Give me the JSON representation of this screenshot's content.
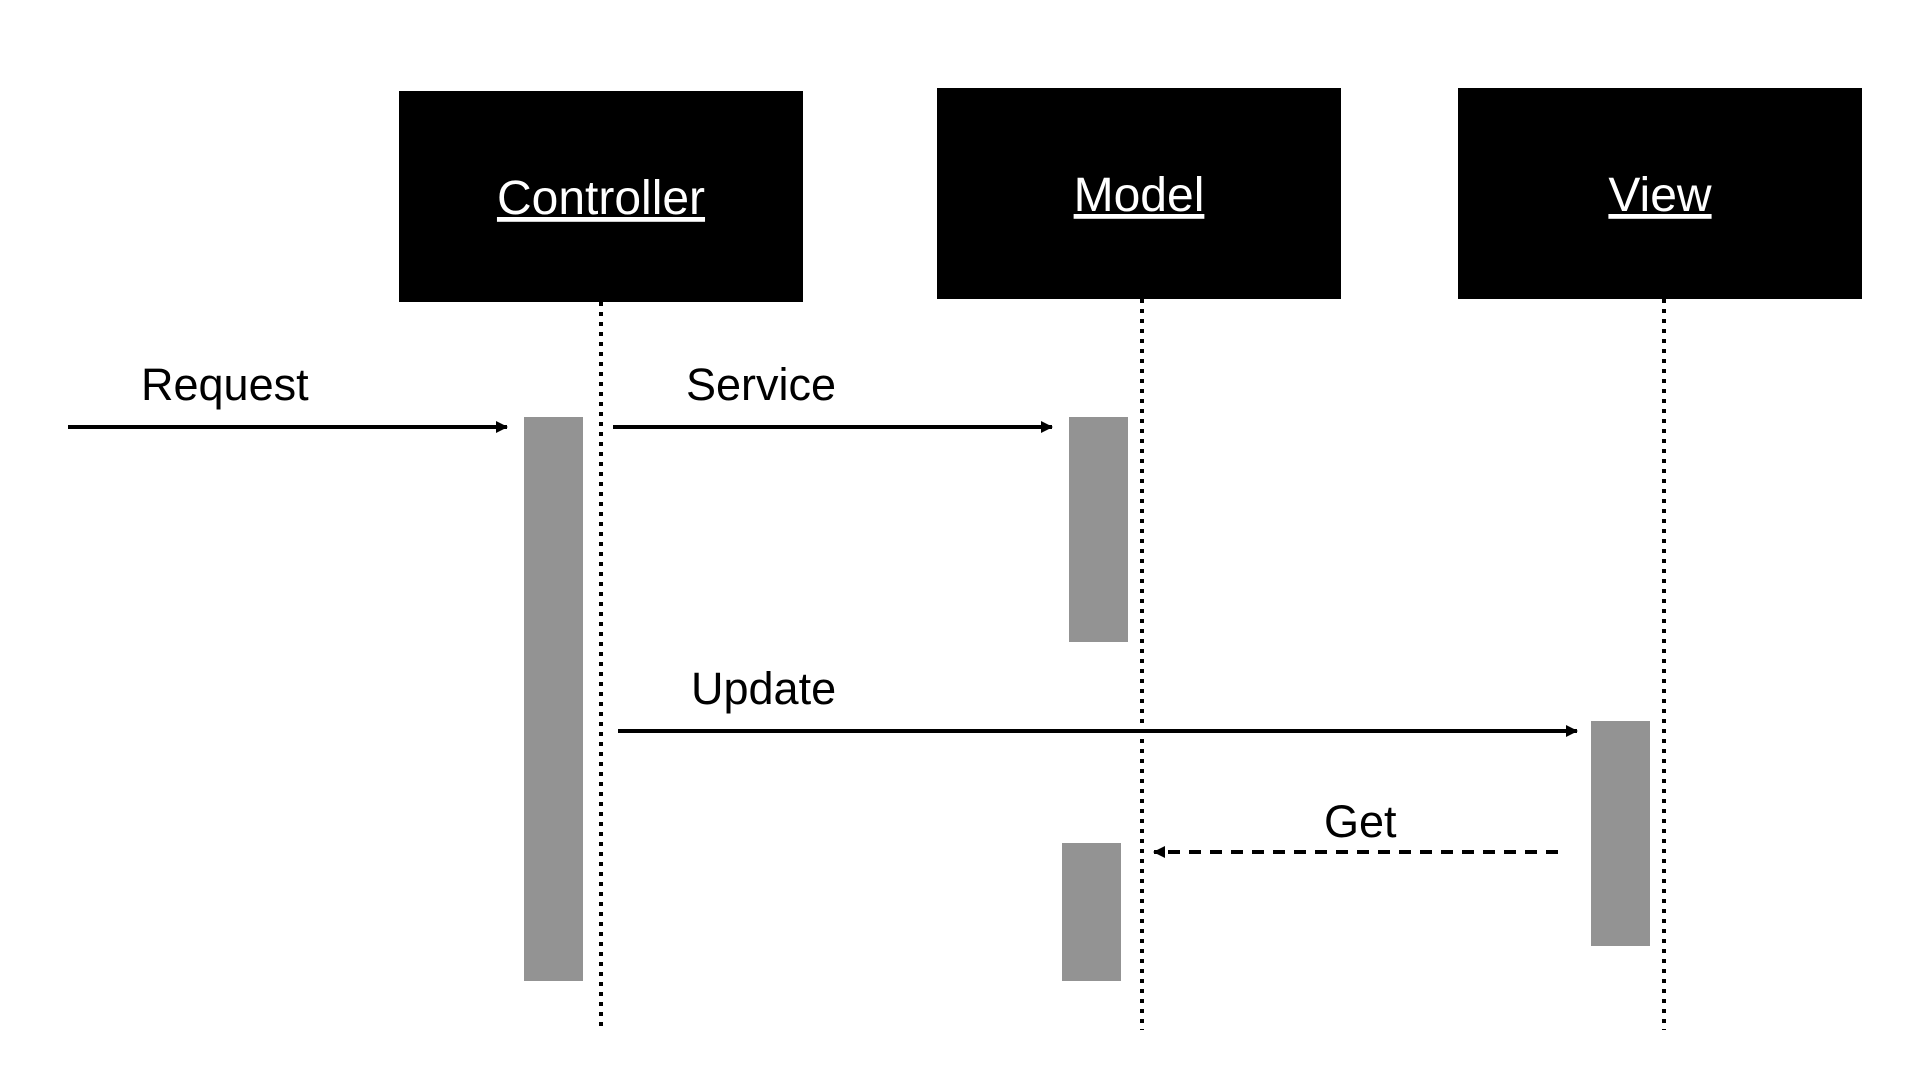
{
  "participants": [
    {
      "id": "controller",
      "label": "Controller"
    },
    {
      "id": "model",
      "label": "Model"
    },
    {
      "id": "view",
      "label": "View"
    }
  ],
  "messages": [
    {
      "id": "request",
      "label": "Request",
      "from": "external",
      "to": "controller",
      "style": "solid"
    },
    {
      "id": "service",
      "label": "Service",
      "from": "controller",
      "to": "model",
      "style": "solid"
    },
    {
      "id": "update",
      "label": "Update",
      "from": "controller",
      "to": "view",
      "style": "solid"
    },
    {
      "id": "get",
      "label": "Get",
      "from": "view",
      "to": "model",
      "style": "dashed"
    }
  ],
  "colors": {
    "participant_box": "#000000",
    "participant_text": "#ffffff",
    "activation": "#939393",
    "line": "#000000"
  }
}
